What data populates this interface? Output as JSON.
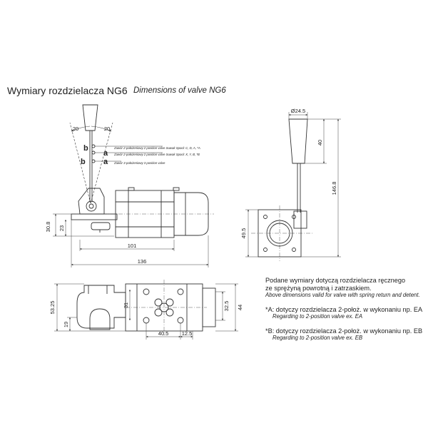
{
  "title": {
    "pl": "Wymiary rozdzielacza NG6",
    "en": "Dimensions of valve NG6"
  },
  "lever_angles": {
    "left": "20",
    "right": "20"
  },
  "position_labels": {
    "b1": "b",
    "a1": "a",
    "b2": "b",
    "a2": "a"
  },
  "spool_notes": {
    "line1": "Zawór 2-położeniowy 2 position valve Suwak Spool: C, D, A, *A",
    "line2": "Zawór 2-położeniowy 2 position valve Suwak Spool: X, Y, B, *B",
    "line3": "Zawór 3-położeniowy 3 position valve"
  },
  "dimensions": {
    "d_30_8": "30.8",
    "d_23": "23",
    "d_101": "101",
    "d_136": "136",
    "d_phi24_5": "Ø24.5",
    "d_40": "40",
    "d_146_8": "146.8",
    "d_49_5": "49.5",
    "d_53_25": "53.25",
    "d_19": "19",
    "d_31": "31",
    "d_32_5": "32.5",
    "d_44": "44",
    "d_40_5": "40.5",
    "d_12_5": "12.5"
  },
  "notes": {
    "main_pl_1": "Podane wymiary dotyczą rozdzielacza ręcznego",
    "main_pl_2": "ze sprężyną powrotną i zatrzaskiem.",
    "main_en": "Above dimensions valid for valve with spring return and detent.",
    "a_pl": "*A: dotyczy rozdzielacza 2-położ. w wykonaniu np. EA",
    "a_en": "Regarding to 2-position valve ex. EA",
    "b_pl": "*B: dotyczy rozdzielacza 2-położ. w wykonaniu np. EB",
    "b_en": "Regarding to 2-position valve ex. EB"
  },
  "colors": {
    "line": "#333333",
    "dim": "#555555"
  }
}
